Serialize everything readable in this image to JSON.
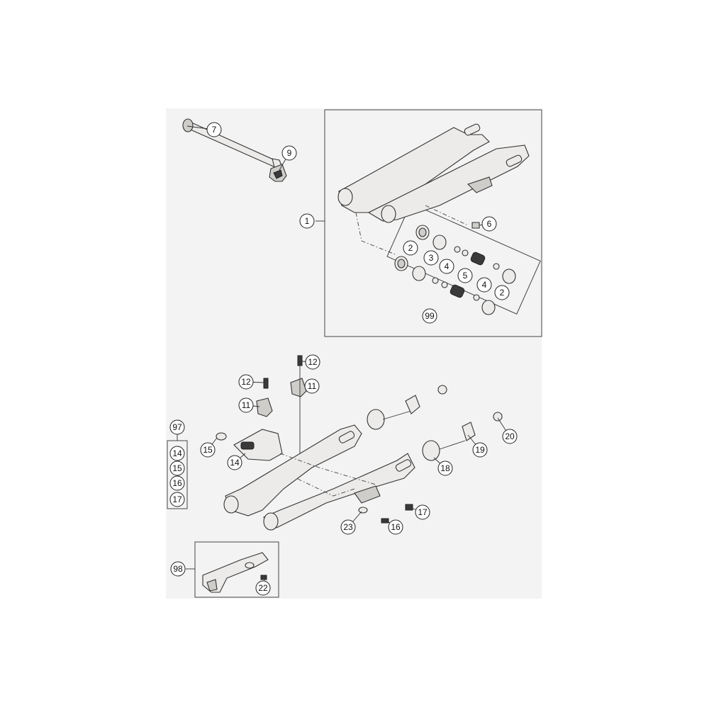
{
  "diagram": {
    "callouts": [
      {
        "id": "c7",
        "label": "7"
      },
      {
        "id": "c9",
        "label": "9"
      },
      {
        "id": "c1",
        "label": "1"
      },
      {
        "id": "c6",
        "label": "6"
      },
      {
        "id": "c2a",
        "label": "2"
      },
      {
        "id": "c3",
        "label": "3"
      },
      {
        "id": "c4a",
        "label": "4"
      },
      {
        "id": "c5",
        "label": "5"
      },
      {
        "id": "c4b",
        "label": "4"
      },
      {
        "id": "c2b",
        "label": "2"
      },
      {
        "id": "c99",
        "label": "99"
      },
      {
        "id": "c12a",
        "label": "12"
      },
      {
        "id": "c12b",
        "label": "12"
      },
      {
        "id": "c11a",
        "label": "11"
      },
      {
        "id": "c11b",
        "label": "11"
      },
      {
        "id": "c97",
        "label": "97"
      },
      {
        "id": "c14k",
        "label": "14"
      },
      {
        "id": "c15k",
        "label": "15"
      },
      {
        "id": "c16k",
        "label": "16"
      },
      {
        "id": "c17k",
        "label": "17"
      },
      {
        "id": "c15",
        "label": "15"
      },
      {
        "id": "c14",
        "label": "14"
      },
      {
        "id": "c20",
        "label": "20"
      },
      {
        "id": "c19",
        "label": "19"
      },
      {
        "id": "c18",
        "label": "18"
      },
      {
        "id": "c17",
        "label": "17"
      },
      {
        "id": "c16",
        "label": "16"
      },
      {
        "id": "c23",
        "label": "23"
      },
      {
        "id": "c98",
        "label": "98"
      },
      {
        "id": "c22",
        "label": "22"
      }
    ]
  }
}
